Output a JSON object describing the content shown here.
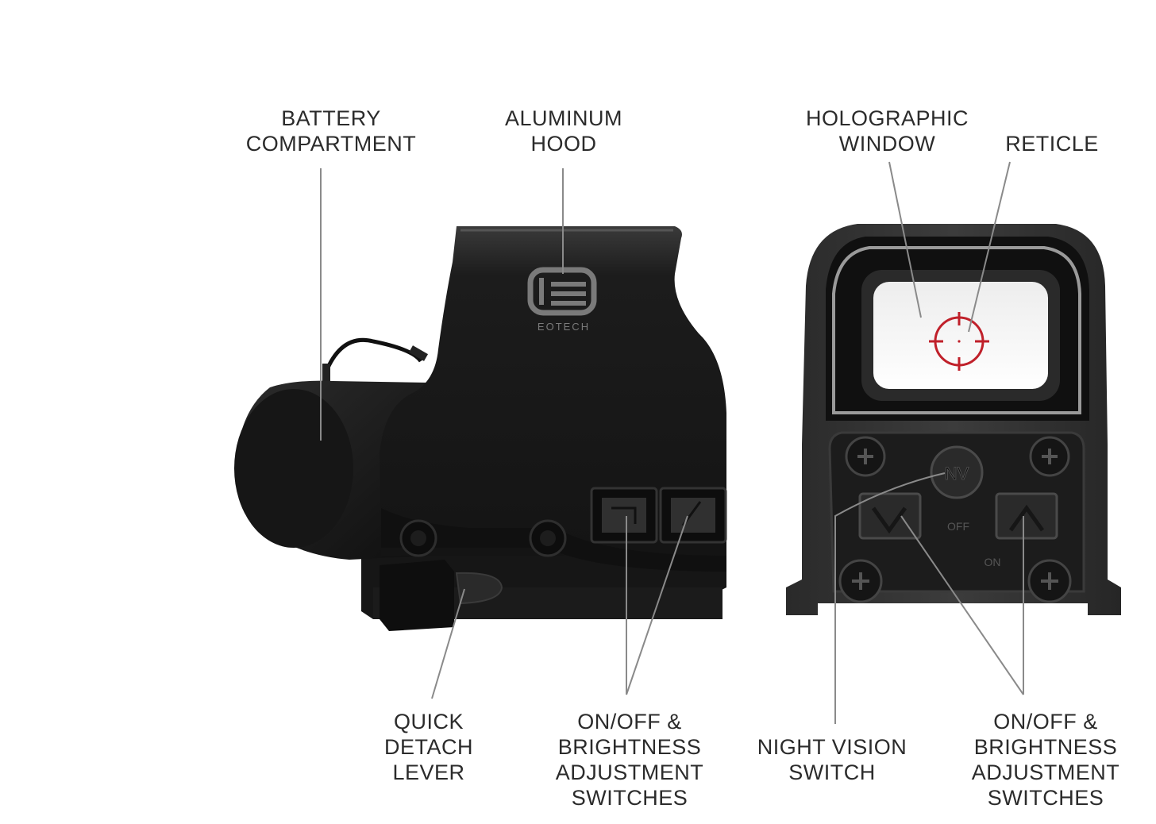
{
  "labels": {
    "battery": [
      "BATTERY",
      "COMPARTMENT"
    ],
    "hood": [
      "ALUMINUM",
      "HOOD"
    ],
    "window": [
      "HOLOGRAPHIC",
      "WINDOW"
    ],
    "reticle": [
      "RETICLE"
    ],
    "lever": [
      "QUICK",
      "DETACH",
      "LEVER"
    ],
    "switches_side": [
      "ON/OFF &",
      "BRIGHTNESS",
      "ADJUSTMENT",
      "SWITCHES"
    ],
    "nv_switch": [
      "NIGHT VISION",
      "SWITCH"
    ],
    "switches_rear": [
      "ON/OFF &",
      "BRIGHTNESS",
      "ADJUSTMENT",
      "SWITCHES"
    ]
  },
  "device": {
    "logo_text": "EOTECH",
    "button_text": {
      "nv": "NV",
      "off": "OFF",
      "on": "ON"
    }
  },
  "colors": {
    "body": "#1f1f1f",
    "reticle": "#c0202a",
    "leader_line": "#8a8a8a",
    "label_text": "#2b2b2b"
  }
}
